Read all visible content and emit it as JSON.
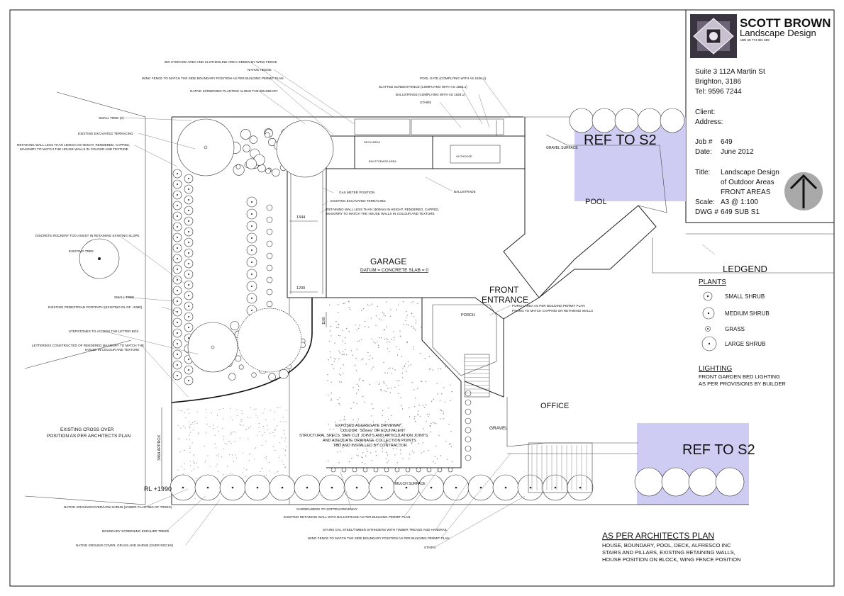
{
  "title_block": {
    "company_name": "SCOTT BROWN",
    "company_sub": "Landscape Design",
    "abn": "ABN 68 774 881 689",
    "address_lines": [
      "Suite 3 112A   Martin St",
      "Brighton, 3186",
      "Tel:  9596 7244"
    ],
    "client_label": "Client:",
    "address_label": "Address:",
    "job_label": "Job #",
    "job_value": "649",
    "date_label": "Date:",
    "date_value": "June 2012",
    "title_label": "Title:",
    "title_lines": [
      "Landscape Design",
      "of Outdoor Areas",
      "FRONT AREAS"
    ],
    "scale_label": "Scale:",
    "scale_value": "A3 @ 1:100",
    "dwg_label": "DWG #",
    "dwg_value": "649 SUB S1"
  },
  "areas": {
    "garage": "GARAGE",
    "datum": "DATUM = CONCRETE SLAB = 0",
    "front_entrance_1": "FRONT",
    "front_entrance_2": "ENTRANCE",
    "office": "OFFICE",
    "pool": "POOL",
    "porch": "PORCH",
    "gravel": "GRAVEL",
    "gravel_surface": "GRAVEL SURFACE",
    "mulch": "MULCH SURFACE",
    "deck_area": "DECK AREA",
    "outhouse": "OUTHOUSE",
    "bin_storage": "BIN STORAGE AREA",
    "ref_top": "REF TO S2",
    "ref_bottom": "REF TO S2",
    "rl": "RL +1990",
    "dim_1344": "1344",
    "dim_1200": "1200",
    "dim_1100": "1100",
    "dim_3464": "3464 APPROX",
    "existing_tree": "EXISTING TREE",
    "crossover_1": "EXISTING CROSS OVER",
    "crossover_2": "POSITION AS PER ARCHITECTS PLAN",
    "driveway_lines": [
      "EXPOSED AGGREGATE DRIVEWAY",
      "COLOUR: 'Stoney' OR EQUIVALENT",
      "STRUCTURAL SPECS, SAW CUT JOINTS AND ARTICULATION JOINTS",
      "AND ADEQUATE DRAINAGE COLLECTION POINTS",
      "TBD AND INSTALLED BY CONTRACTOR"
    ]
  },
  "annotations_left": [
    "SMALL TREE (3)",
    "EXISTING EXCAVATED TERRACING",
    "RETAINING WALL LESS THAN 1500mm IN HEIGHT, RENDERED, CAPPED,",
    "MASONRY TO MATCH THE HOUSE WALLS IN COLOUR AND TEXTURE",
    "DISCRETE ROCKERY TOO ASSIST IN RETAINING EXISTING SLOPE",
    "SMALL TREE",
    "EXISTING PEDESTRIAN FOOTPATH (EXISTING RL OF +1990)",
    "STEPSTONES TO ACCESS THE LETTER BOX",
    "LETTERBOX CONSTRUCTED OF RENDERED MASONRY TO MATCH THE",
    "HOUSE IN COLOUR AND TEXTURE"
  ],
  "annotations_top": [
    "BIN STORAGE AREA AND CLOTHESLINE AREA HIDDEN BY WING FENCE",
    "NATIVE HEDGE",
    "WING FENCE TO MATCH THE SIDE BOUNDARY POSITION AS PER BUILDING PERMIT PLAN",
    "NATIVE SCREENING PLANTING ALONG THE BOUNDARY",
    "POOL GATE (COMPLYING WITH AS 1926.1)",
    "SLATTED SCREEN FENCE (COMPLYING WITH AS 1926.1)",
    "BALUSTRADE (COMPLYING WITH AS 1926.1)",
    "STAIRS",
    "GAS METER POSITION",
    "EXISTING EXCAVATED TERRACING",
    "RETAINING WALL LESS THAN 1500mm IN HEIGHT, RENDERED, CAPPED,",
    "MASONRY TO MATCH THE HOUSE WALLS IN COLOUR AND TEXTURE",
    "BALUSTRADE",
    "PORCH AREA AS PER BUILDING PERMIT PLAN",
    "PAVING TO MATCH CAPPING ON RETAINING WALLS"
  ],
  "annotations_bottom": [
    "NATIVE GROUNDCOVER/LOW SHRUB (UNDER PLANTING OF TREES)",
    "BOUNDARY SCREENING ESPALIER TREES",
    "NATIVE GROUND COVER, GRASS AND SHRUB (OVER ROCKS)",
    "GARDEN BEDS TO SOFTEN DRIVEWAY",
    "EXISTING RETAINING WALL WITH BALUSTRADE AS PER BUILDING PERMIT PLAN",
    "STAIRS GAL STEEL/TIMBER STRINGERS WITH TIMBER TREADS AND HANDRAIL",
    "WING FENCE TO MATCH THE SIDE BOUNDARY POSITION AS PER BUILDING PERMIT PLAN",
    "STAIRS"
  ],
  "legend": {
    "title": "LEDGEND",
    "plants_heading": "PLANTS",
    "items": [
      "SMALL SHRUB",
      "MEDIUM SHRUB",
      "GRASS",
      "LARGE SHRUB"
    ],
    "lighting_heading": "LIGHTING",
    "lighting_lines": [
      "FRONT GARDEN BED LIGHTING",
      "AS PER PROVISIONS BY BUILDER"
    ]
  },
  "architects_note": {
    "heading": "AS PER ARCHITECTS PLAN",
    "lines": [
      "HOUSE, BOUNDARY, POOL, DECK, ALFRESCO INC",
      "STAIRS AND PILLARS, EXISTING RETAINING WALLS,",
      "HOUSE POSITION ON BLOCK, WING FENCE POSITION"
    ]
  },
  "colors": {
    "ref_fill": "#c9c6f2",
    "ink": "#111111",
    "north_disc": "#a9a9a9"
  },
  "icons": [
    "north-arrow-icon",
    "company-logo-icon"
  ]
}
